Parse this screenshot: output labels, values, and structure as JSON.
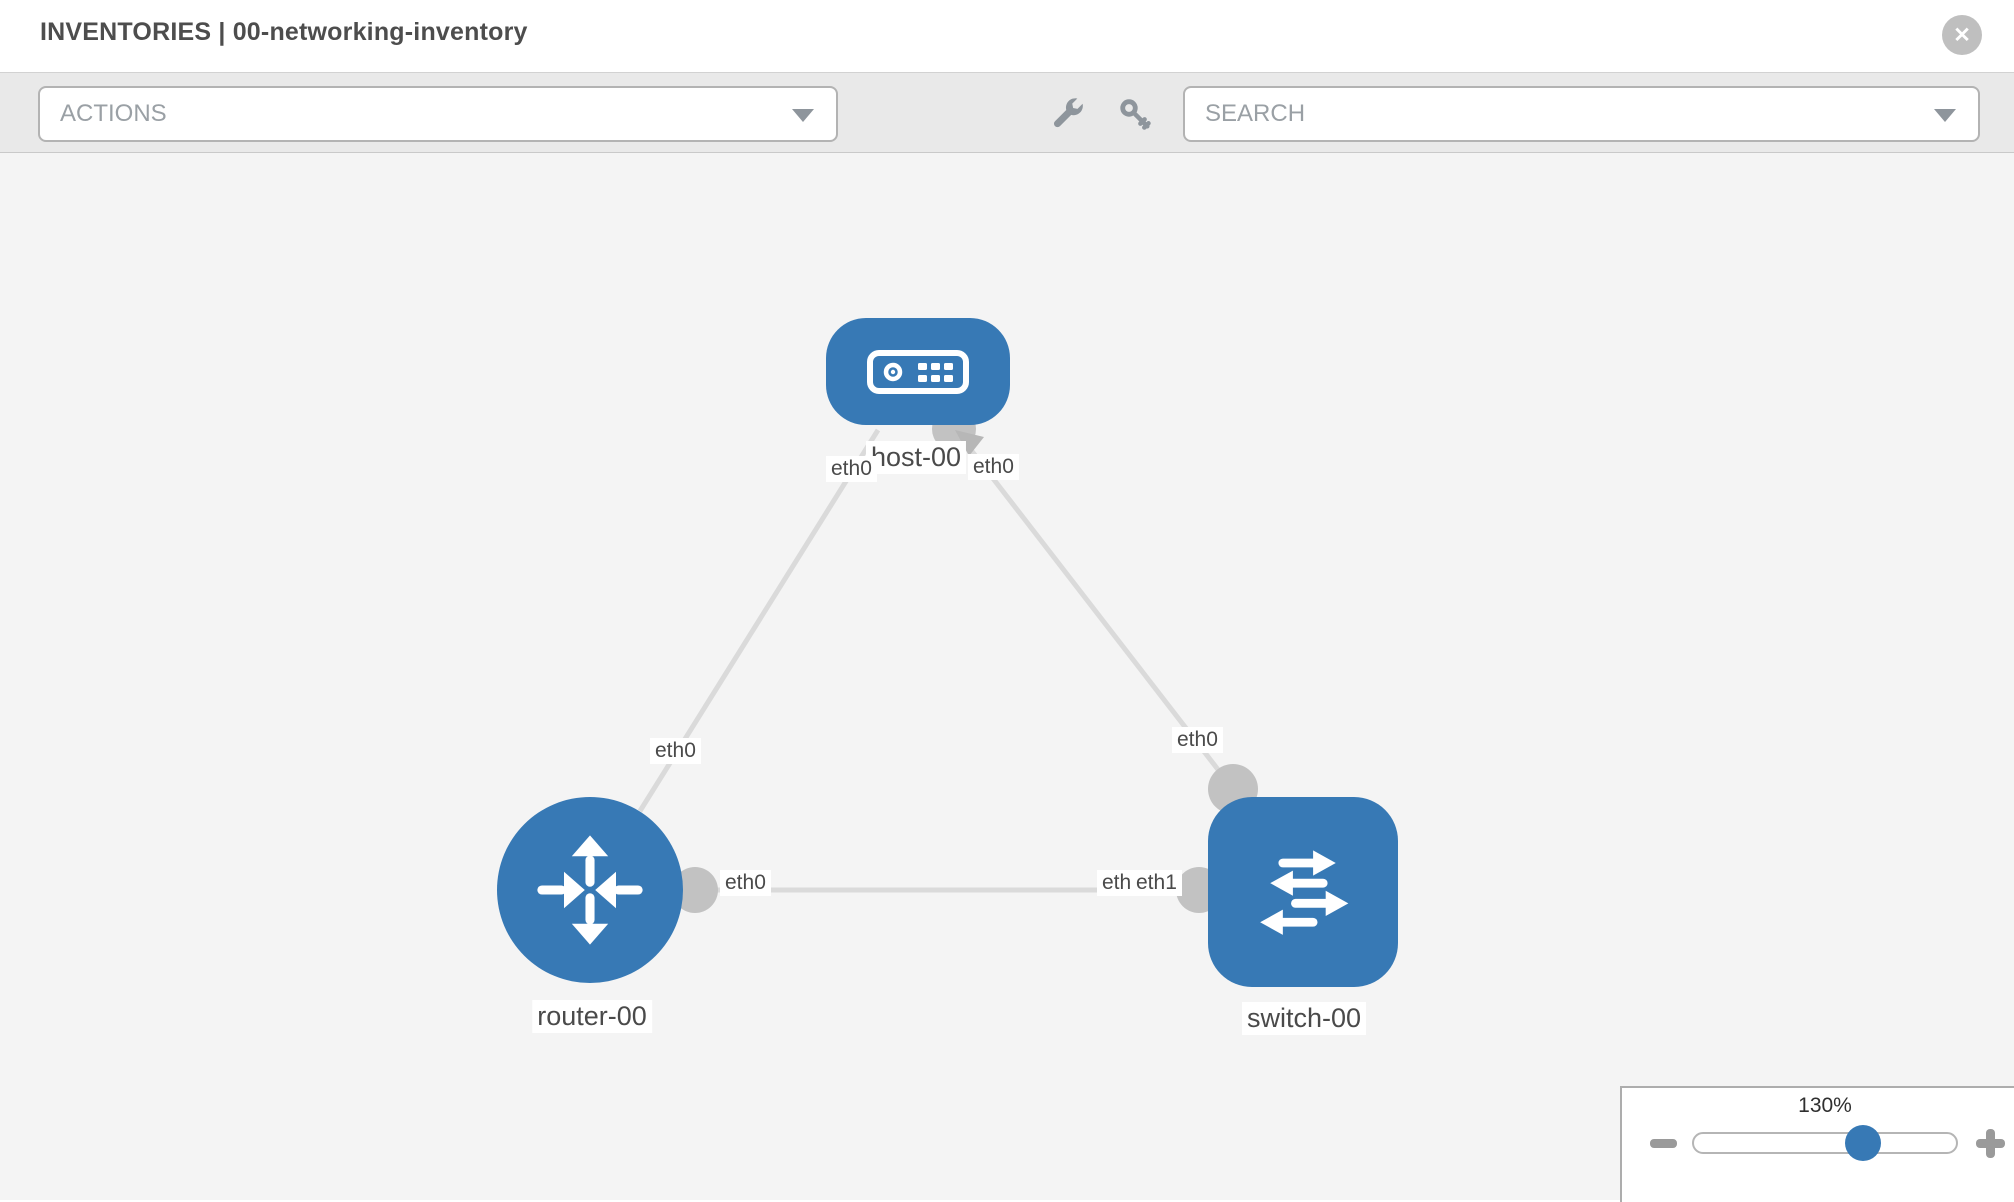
{
  "header": {
    "title": "INVENTORIES | 00-networking-inventory",
    "close_glyph": "✕"
  },
  "toolbar": {
    "actions_label": "ACTIONS",
    "search_placeholder": "SEARCH",
    "icons": [
      "wrench",
      "key"
    ]
  },
  "topology": {
    "nodes": {
      "host": {
        "label": "host-00",
        "type": "host"
      },
      "router": {
        "label": "router-00",
        "type": "router"
      },
      "switch": {
        "label": "switch-00",
        "type": "switch"
      }
    },
    "iface_labels": {
      "host_router_host": "eth0",
      "host_router_router": "eth0",
      "host_switch_host": "eth0",
      "host_switch_switch": "eth0",
      "router_switch_router": "eth0",
      "router_switch_switch_under": "eth0",
      "router_switch_switch_over": "eth1"
    },
    "links": [
      {
        "from": "host-00",
        "to": "router-00"
      },
      {
        "from": "host-00",
        "to": "switch-00"
      },
      {
        "from": "router-00",
        "to": "switch-00"
      }
    ]
  },
  "zoom_control": {
    "level": "130%"
  },
  "colors": {
    "node_blue": "#3779b5",
    "link_gray": "#dadada",
    "iface_circle_gray": "#c2c2c2",
    "toolbar_bg": "#e9e9e9",
    "canvas_bg": "#f4f4f4",
    "icon_gray": "#8e959c",
    "label_text": "#4a4a4a"
  }
}
